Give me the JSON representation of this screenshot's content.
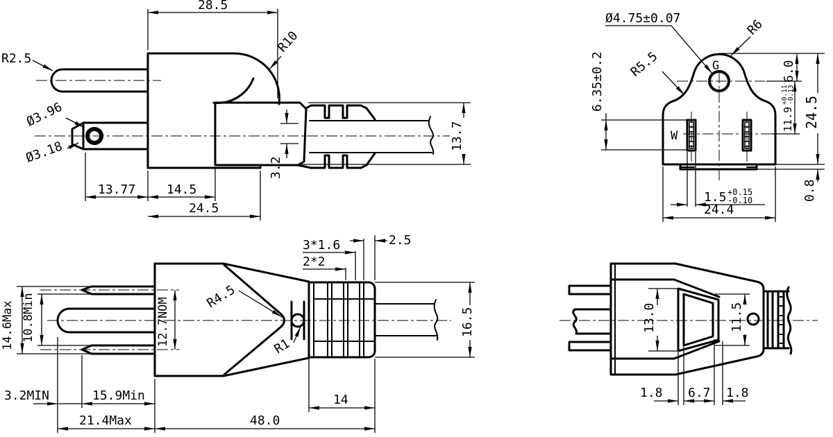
{
  "figure": {
    "background": "#ffffff",
    "line_color": "#000000"
  },
  "views": {
    "side": {
      "dims": {
        "top_width": "28.5",
        "corner_radius": "R10",
        "pin_radius": "R2.5",
        "blade_hole_outer": "Ø3.96",
        "blade_hole_inner": "Ø3.18",
        "blade_to_face": "13.77",
        "face_to_exit": "14.5",
        "body_length": "24.5",
        "cord_offset": "3.2",
        "grip_height": "13.7"
      }
    },
    "front": {
      "labels": {
        "ground": "G",
        "neutral": "W"
      },
      "dims": {
        "ground_pin_dia": "Ø4.75±0.07",
        "dome_radius": "R6",
        "shoulder_radius": "R5.5",
        "blade_height": "6.35±0.2",
        "top_to_hole": "6.0",
        "hole_to_blade": "11.9",
        "hole_to_blade_tol_plus": "+0.11",
        "hole_to_blade_tol_minus": "-0.13",
        "overall_height": "24.5",
        "base_rib": "0.8",
        "blade_thickness": "1.5",
        "blade_thickness_tol_plus": "+0.15",
        "blade_thickness_tol_minus": "-0.10",
        "overall_width": "24.4"
      }
    },
    "top": {
      "dims": {
        "outer_blade_span": "14.6Max",
        "inner_blade_span": "10.8Min",
        "blade_spacing": "12.7NOM",
        "nose_radius": "R4.5",
        "hole_radius": "R1",
        "rib_width": "3*1.6",
        "rib_gap": "2*2",
        "end_gap": "2.5",
        "grip_width": "16.5",
        "pin_protrusion": "3.2MIN",
        "blade_length": "15.9Min",
        "pin_length": "21.4Max",
        "overall_length": "48.0",
        "grip_length": "14"
      }
    },
    "rear": {
      "dims": {
        "shell_height": "13.0",
        "cavity_height": "11.5",
        "left_wall": "1.8",
        "cavity_depth": "6.7",
        "right_wall": "1.8"
      }
    }
  }
}
